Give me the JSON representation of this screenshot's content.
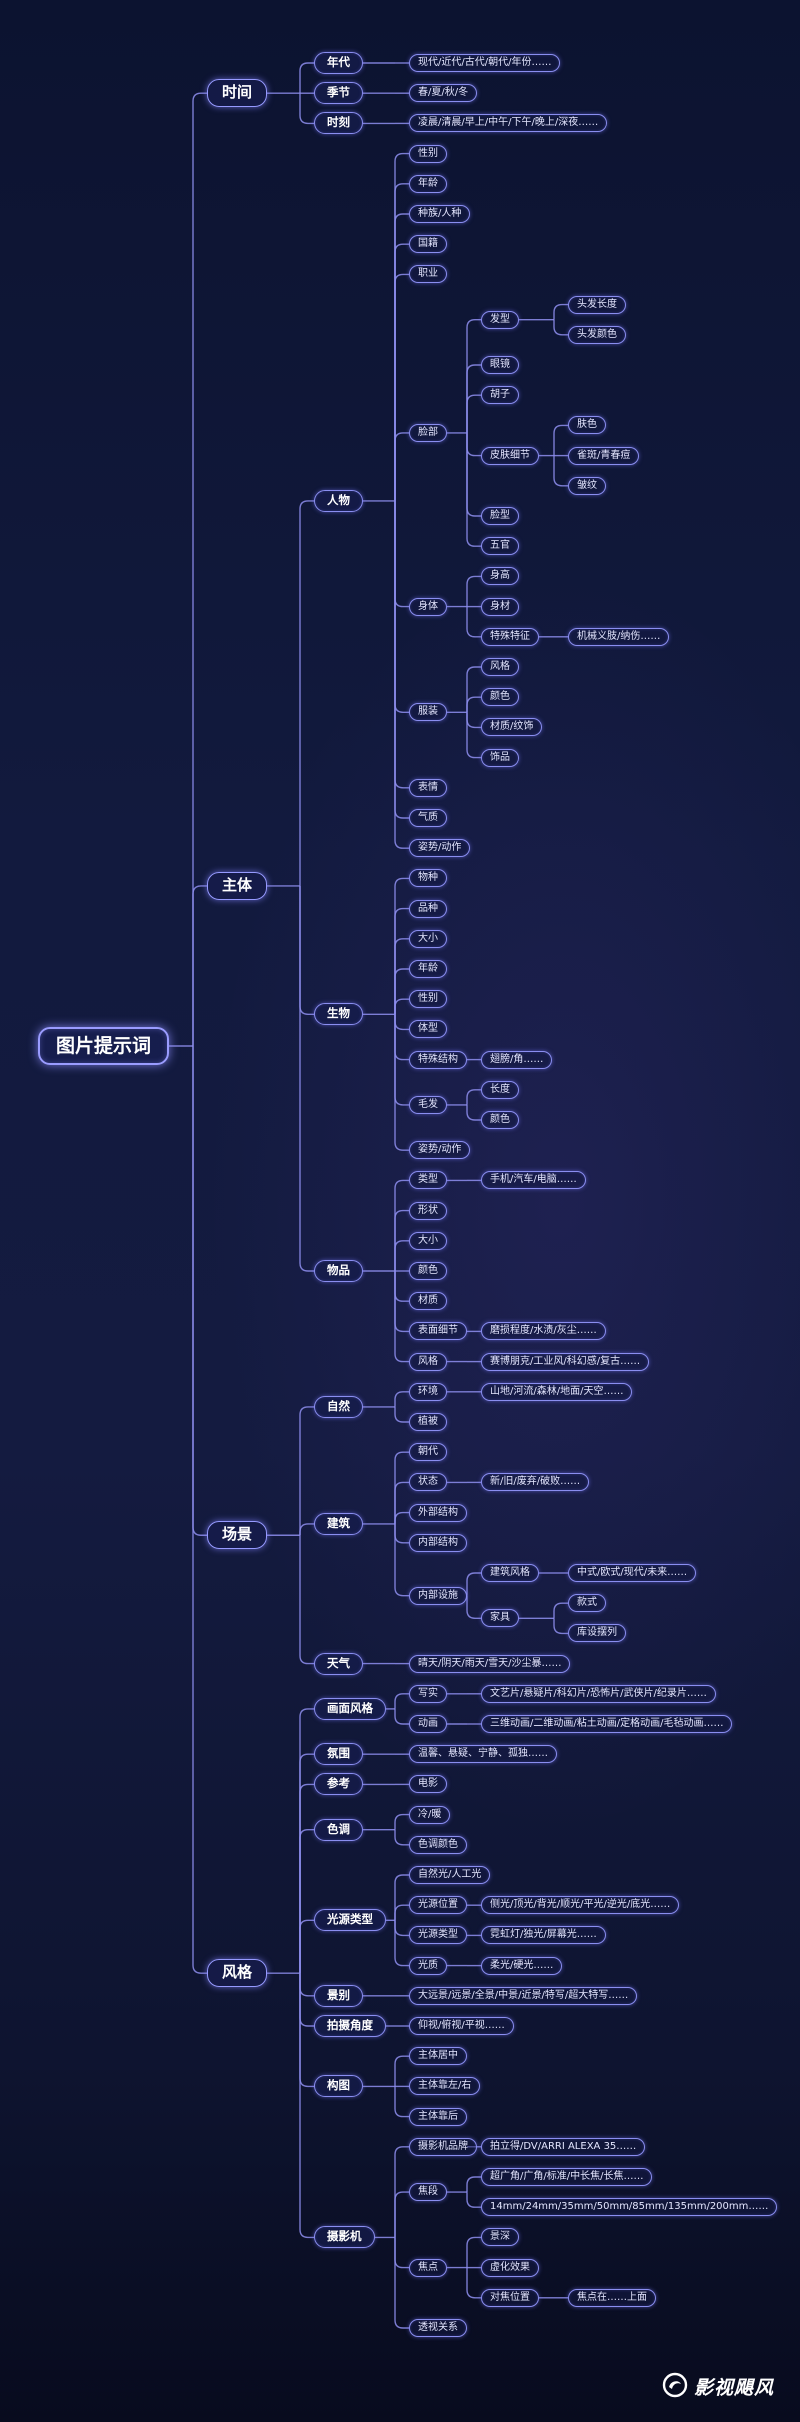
{
  "mindmap": {
    "root": "图片提示词",
    "categories": [
      {
        "label": "时间",
        "children": [
          {
            "label": "年代",
            "children": [
              {
                "label": "现代/近代/古代/朝代/年份……"
              }
            ]
          },
          {
            "label": "季节",
            "children": [
              {
                "label": "春/夏/秋/冬"
              }
            ]
          },
          {
            "label": "时刻",
            "children": [
              {
                "label": "凌晨/清晨/早上/中午/下午/晚上/深夜……"
              }
            ]
          }
        ]
      },
      {
        "label": "主体",
        "children": [
          {
            "label": "人物",
            "children": [
              {
                "label": "性别"
              },
              {
                "label": "年龄"
              },
              {
                "label": "种族/人种"
              },
              {
                "label": "国籍"
              },
              {
                "label": "职业"
              },
              {
                "label": "脸部",
                "children": [
                  {
                    "label": "发型",
                    "children": [
                      {
                        "label": "头发长度"
                      },
                      {
                        "label": "头发颜色"
                      }
                    ]
                  },
                  {
                    "label": "眼镜"
                  },
                  {
                    "label": "胡子"
                  },
                  {
                    "label": "皮肤细节",
                    "children": [
                      {
                        "label": "肤色"
                      },
                      {
                        "label": "雀斑/青春痘"
                      },
                      {
                        "label": "皱纹"
                      }
                    ]
                  },
                  {
                    "label": "脸型"
                  },
                  {
                    "label": "五官"
                  }
                ]
              },
              {
                "label": "身体",
                "children": [
                  {
                    "label": "身高"
                  },
                  {
                    "label": "身材"
                  },
                  {
                    "label": "特殊特征",
                    "children": [
                      {
                        "label": "机械义肢/纳伤……"
                      }
                    ]
                  }
                ]
              },
              {
                "label": "服装",
                "children": [
                  {
                    "label": "风格"
                  },
                  {
                    "label": "颜色"
                  },
                  {
                    "label": "材质/纹饰"
                  },
                  {
                    "label": "饰品"
                  }
                ]
              },
              {
                "label": "表情"
              },
              {
                "label": "气质"
              },
              {
                "label": "姿势/动作"
              }
            ]
          },
          {
            "label": "生物",
            "children": [
              {
                "label": "物种"
              },
              {
                "label": "品种"
              },
              {
                "label": "大小"
              },
              {
                "label": "年龄"
              },
              {
                "label": "性别"
              },
              {
                "label": "体型"
              },
              {
                "label": "特殊结构",
                "children": [
                  {
                    "label": "翅膀/角……"
                  }
                ]
              },
              {
                "label": "毛发",
                "children": [
                  {
                    "label": "长度"
                  },
                  {
                    "label": "颜色"
                  }
                ]
              },
              {
                "label": "姿势/动作"
              }
            ]
          },
          {
            "label": "物品",
            "children": [
              {
                "label": "类型",
                "children": [
                  {
                    "label": "手机/汽车/电脑……"
                  }
                ]
              },
              {
                "label": "形状"
              },
              {
                "label": "大小"
              },
              {
                "label": "颜色"
              },
              {
                "label": "材质"
              },
              {
                "label": "表面细节",
                "children": [
                  {
                    "label": "磨损程度/水渍/灰尘……"
                  }
                ]
              },
              {
                "label": "风格",
                "children": [
                  {
                    "label": "赛博朋克/工业风/科幻感/复古……"
                  }
                ]
              }
            ]
          }
        ]
      },
      {
        "label": "场景",
        "children": [
          {
            "label": "自然",
            "children": [
              {
                "label": "环境",
                "children": [
                  {
                    "label": "山地/河流/森林/地面/天空……"
                  }
                ]
              },
              {
                "label": "植被"
              }
            ]
          },
          {
            "label": "建筑",
            "children": [
              {
                "label": "朝代"
              },
              {
                "label": "状态",
                "children": [
                  {
                    "label": "新/旧/废弃/破败……"
                  }
                ]
              },
              {
                "label": "外部结构"
              },
              {
                "label": "内部结构"
              },
              {
                "label": "内部设施",
                "children": [
                  {
                    "label": "建筑风格",
                    "children": [
                      {
                        "label": "中式/欧式/现代/未来……"
                      }
                    ]
                  },
                  {
                    "label": "家具",
                    "children": [
                      {
                        "label": "款式"
                      },
                      {
                        "label": "库设摆列"
                      }
                    ]
                  }
                ]
              }
            ]
          },
          {
            "label": "天气",
            "children": [
              {
                "label": "晴天/阴天/雨天/雪天/沙尘暴……"
              }
            ]
          }
        ]
      },
      {
        "label": "风格",
        "children": [
          {
            "label": "画面风格",
            "children": [
              {
                "label": "写实",
                "children": [
                  {
                    "label": "文艺片/悬疑片/科幻片/恐怖片/武侠片/纪录片……"
                  }
                ]
              },
              {
                "label": "动画",
                "children": [
                  {
                    "label": "三维动画/二维动画/粘土动画/定格动画/毛毡动画……"
                  }
                ]
              }
            ]
          },
          {
            "label": "氛围",
            "children": [
              {
                "label": "温馨、悬疑、宁静、孤独……"
              }
            ]
          },
          {
            "label": "参考",
            "children": [
              {
                "label": "电影"
              }
            ]
          },
          {
            "label": "色调",
            "children": [
              {
                "label": "冷/暖"
              },
              {
                "label": "色调颜色"
              }
            ]
          },
          {
            "label": "光源类型",
            "children": [
              {
                "label": "自然光/人工光"
              },
              {
                "label": "光源位置",
                "children": [
                  {
                    "label": "侧光/顶光/背光/顺光/平光/逆光/底光……"
                  }
                ]
              },
              {
                "label": "光源类型",
                "children": [
                  {
                    "label": "霓虹灯/独光/屏幕光……"
                  }
                ]
              },
              {
                "label": "光质",
                "children": [
                  {
                    "label": "柔光/硬光……"
                  }
                ]
              }
            ]
          },
          {
            "label": "景别",
            "children": [
              {
                "label": "大远景/远景/全景/中景/近景/特写/超大特写……"
              }
            ]
          },
          {
            "label": "拍摄角度",
            "children": [
              {
                "label": "仰视/俯视/平视……"
              }
            ]
          },
          {
            "label": "构图",
            "children": [
              {
                "label": "主体居中"
              },
              {
                "label": "主体靠左/右"
              },
              {
                "label": "主体靠后"
              }
            ]
          },
          {
            "label": "摄影机",
            "children": [
              {
                "label": "摄影机品牌",
                "children": [
                  {
                    "label": "拍立得/DV/ARRI ALEXA 35……"
                  }
                ]
              },
              {
                "label": "焦段",
                "children": [
                  {
                    "label": "超广角/广角/标准/中长焦/长焦……"
                  },
                  {
                    "label": "14mm/24mm/35mm/50mm/85mm/135mm/200mm……"
                  }
                ]
              },
              {
                "label": "焦点",
                "children": [
                  {
                    "label": "景深"
                  },
                  {
                    "label": "虚化效果"
                  },
                  {
                    "label": "对焦位置",
                    "children": [
                      {
                        "label": "焦点在……上面"
                      }
                    ]
                  }
                ]
              },
              {
                "label": "透视关系"
              }
            ]
          }
        ]
      }
    ]
  },
  "watermark": {
    "text": "影视飓风",
    "icon": "swirl-logo-icon"
  },
  "colors": {
    "background": "#10173a",
    "line": "#8f8ff0",
    "node_border": "#8a8ef0",
    "text": "#e4e6ff"
  }
}
